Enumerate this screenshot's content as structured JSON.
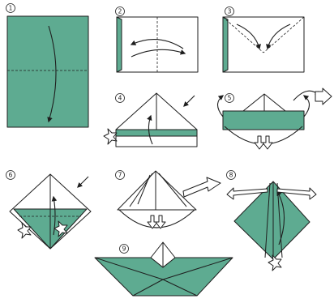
{
  "colors": {
    "paper": "#5eab91",
    "line": "#1e1e1e",
    "background": "#ffffff"
  },
  "steps": [
    {
      "number": "1"
    },
    {
      "number": "2"
    },
    {
      "number": "3"
    },
    {
      "number": "4"
    },
    {
      "number": "5"
    },
    {
      "number": "6"
    },
    {
      "number": "7"
    },
    {
      "number": "8"
    },
    {
      "number": "9"
    }
  ],
  "icons": [
    "curved-fold-arrow-icon",
    "push-arrow-icon",
    "turn-over-arrow-icon",
    "pull-apart-arrow-icon",
    "open-pocket-arrow-icon",
    "star-burst-icon"
  ]
}
